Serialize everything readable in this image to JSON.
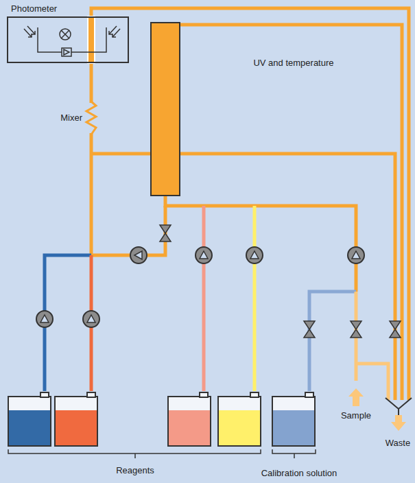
{
  "diagram": {
    "nodes": [
      {
        "text": [
          "Photometer"
        ]
      }
    ],
    "labels": [
      "Mixer",
      "UV and temperature",
      "Reagents",
      "Calibration solution",
      "Sample",
      "Waste"
    ]
  }
}
